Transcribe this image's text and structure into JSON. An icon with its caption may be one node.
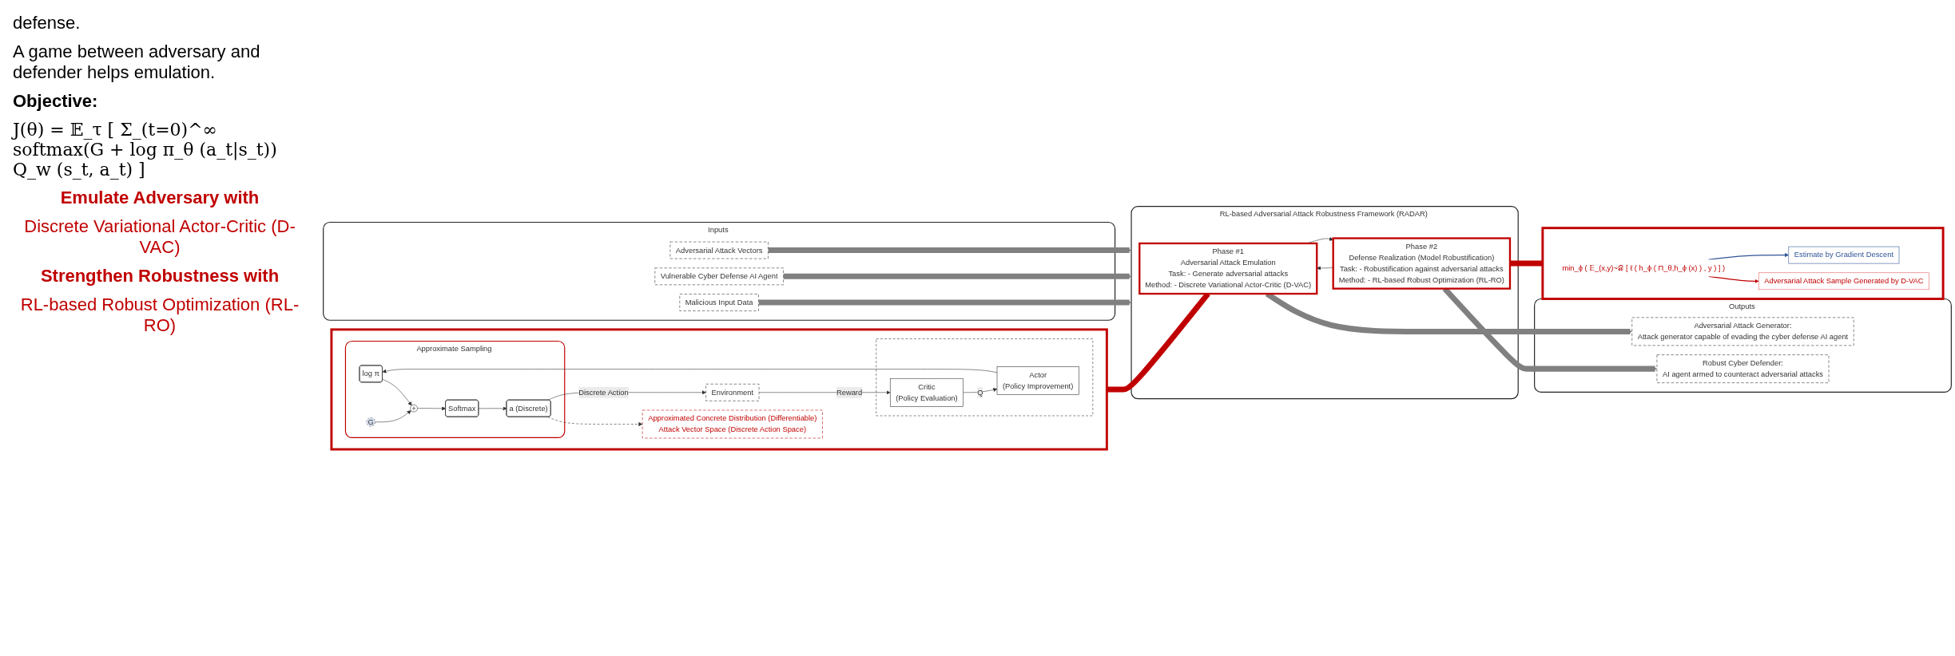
{
  "diagram": {
    "nodes": [
      {
        "text": [
          "Inputs"
        ]
      },
      {
        "text": [
          "Adversarial Attack Vectors"
        ],
        "in": 0
      },
      {
        "text": [
          "Vulnerable Cyber Defense AI Agent"
        ],
        "in": 0
      },
      {
        "text": [
          "Malicious Input Data"
        ],
        "in": 0
      },
      {
        "text": [
          "RL-based Adversarial Attack Robustness Framework (RADAR)"
        ]
      },
      {
        "text": [
          "Phase #1",
          "Adversarial Attack Emulation",
          "Task: - Generate adversarial attacks",
          "Method: - Discrete Variational Actor-Critic (D-VAC)"
        ],
        "in": 4
      },
      {
        "text": [
          "Phase #2",
          "Defense Realization (Model Robustification)",
          "Task: - Robustification against adversarial attacks",
          "Method: - RL-based Robust Optimization (RL-RO)"
        ],
        "in": 4
      },
      {
        "text": [
          "Outputs"
        ]
      },
      {
        "text": [
          "Adversarial Attack Generator:",
          "Attack generator capable of evading the cyber defense AI agent"
        ],
        "in": 7
      },
      {
        "text": [
          "Robust Cyber Defender:",
          "AI agent armed to counteract adversarial attacks"
        ],
        "in": 7
      },
      {
        "text": [],
        "shape": "box"
      },
      {
        "text": [],
        "shape": "box",
        "in": 10
      },
      {
        "text": [
          "Actor",
          "(Policy Improvement)"
        ],
        "in": 11
      },
      {
        "text": [
          "Critic",
          "(Policy Evaluation)"
        ],
        "in": 11
      },
      {
        "text": [
          "Approximate Sampling"
        ],
        "in": 10
      },
      {
        "text": [
          "log π"
        ],
        "in": 14
      },
      {
        "text": [
          "G"
        ],
        "in": 14
      },
      {
        "text": [
          "+"
        ],
        "in": 14
      },
      {
        "text": [
          "Softmax"
        ],
        "in": 14
      },
      {
        "text": [
          "a (Discrete)"
        ],
        "in": 14
      },
      {
        "text": [
          "Approximated Concrete Distribution (Differentiable)",
          "Attack Vector Space (Discrete Action Space)"
        ],
        "in": 10
      },
      {
        "text": [
          "Environment"
        ],
        "in": 10
      },
      {
        "text": [],
        "shape": "box"
      },
      {
        "text": [
          "min_ϕ ( 𝔼_(x,y)~𝒟 [ ℓ ( h_ϕ ( Π_θ,h_ϕ (x) ) , y ) ] )"
        ],
        "in": 22
      },
      {
        "text": [
          "Estimate by Gradient Descent"
        ],
        "in": 22
      },
      {
        "text": [
          "Adversarial Attack Sample Generated by D-VAC"
        ],
        "in": 22
      }
    ],
    "edges": [
      {
        "from": 1,
        "to": 4,
        "arrow": "to",
        "style": "thick",
        "color": "#808080"
      },
      {
        "from": 2,
        "to": 4,
        "arrow": "to",
        "style": "thick",
        "color": "#808080"
      },
      {
        "from": 3,
        "to": 4,
        "arrow": "to",
        "style": "thick",
        "color": "#808080"
      },
      {
        "from": 5,
        "to": 6,
        "arrow": "to"
      },
      {
        "from": 6,
        "to": 5,
        "arrow": "to"
      },
      {
        "from": 5,
        "to": 8,
        "arrow": "to",
        "style": "thick",
        "color": "#808080"
      },
      {
        "from": 6,
        "to": 9,
        "arrow": "to",
        "style": "thick",
        "color": "#808080"
      },
      {
        "from": 10,
        "to": 5,
        "arrow": "none",
        "style": "thick",
        "color": "#c00000"
      },
      {
        "from": 6,
        "to": 22,
        "arrow": "none",
        "style": "thick",
        "color": "#c00000"
      },
      {
        "from": 12,
        "to": 15,
        "arrow": "to"
      },
      {
        "from": 15,
        "to": 17,
        "arrow": "to"
      },
      {
        "from": 16,
        "to": 17,
        "arrow": "to"
      },
      {
        "from": 17,
        "to": 18,
        "arrow": "to"
      },
      {
        "from": 18,
        "to": 19,
        "arrow": "to"
      },
      {
        "from": 19,
        "to": 20,
        "arrow": "to",
        "style": "dashed"
      },
      {
        "from": 19,
        "to": 21,
        "arrow": "to",
        "label": "Discrete Action"
      },
      {
        "from": 21,
        "to": 13,
        "arrow": "to",
        "label": "Reward"
      },
      {
        "from": 13,
        "to": 12,
        "arrow": "to",
        "label": "Q"
      },
      {
        "from": 23,
        "to": 24,
        "arrow": "to",
        "color": "#2f5597"
      },
      {
        "from": 23,
        "to": 25,
        "arrow": "to",
        "color": "#c00000"
      }
    ],
    "labels": [
      "defense.",
      "A game between adversary and defender helps emulation.",
      "Objective:",
      "J(θ) = 𝔼_τ [ Σ_(t=0)^∞ softmax(G + log π_θ (a_t|s_t)) Q_w (s_t, a_t) ]",
      "Emulate Adversary with",
      "Discrete Variational Actor-Critic (D-VAC)",
      "Strengthen Robustness with",
      "RL-based Robust Optimization (RL-RO)"
    ]
  }
}
